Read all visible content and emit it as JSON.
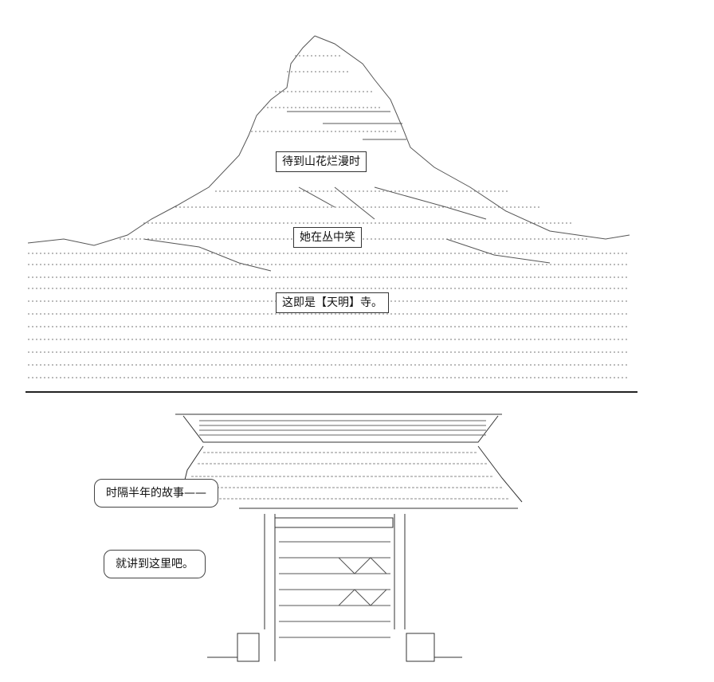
{
  "captions": {
    "line1": "待到山花烂漫时",
    "line2": "她在丛中笑",
    "line3": "这即是【天明】寺。",
    "bubble1": "时隔半年的故事——",
    "bubble2": "就讲到这里吧。"
  }
}
